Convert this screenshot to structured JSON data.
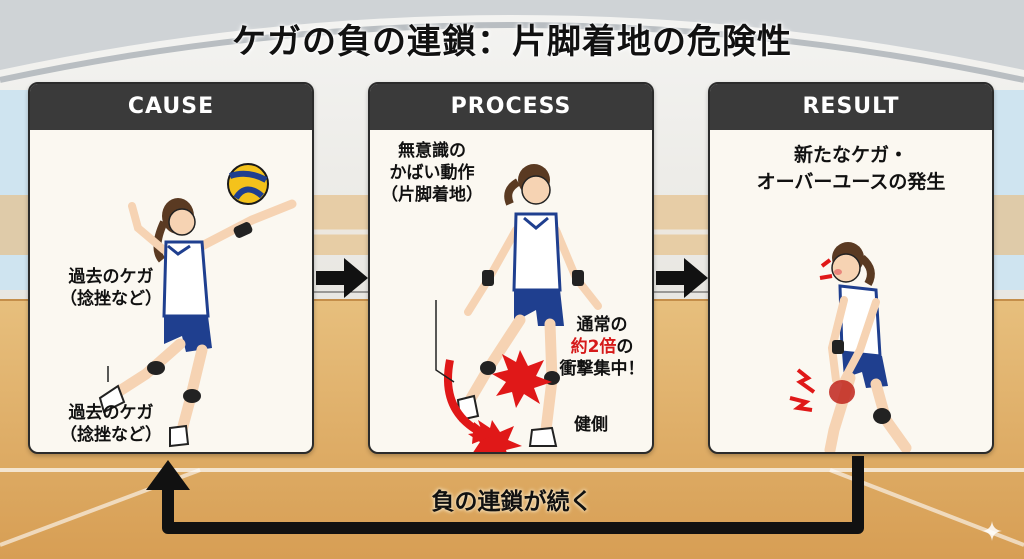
{
  "title": "ケガの負の連鎖：片脚着地の危険性",
  "panels": [
    {
      "header": "CAUSE",
      "labels": [
        {
          "line1": "過去のケガ",
          "line2": "（捻挫など）"
        },
        {
          "line1": "過去のケガ",
          "line2": "（捻挫など）"
        }
      ]
    },
    {
      "header": "PROCESS",
      "label_top": {
        "line1": "無意識の",
        "line2": "かばい動作",
        "line3": "（片脚着地）"
      },
      "label_impact": {
        "line1": "通常の",
        "line2a": "約2倍",
        "line2b": "の",
        "line3": "衝撃集中！"
      },
      "label_healthy": "健側"
    },
    {
      "header": "RESULT",
      "label_top": {
        "line1": "新たなケガ・",
        "line2": "オーバーユースの発生"
      }
    }
  ],
  "loop_label": "負の連鎖が続く",
  "colors": {
    "panel_header": "#3a3a3a",
    "accent_red": "#d61a1a",
    "arrow": "#111111",
    "uniform_blue": "#1f3f8f"
  }
}
